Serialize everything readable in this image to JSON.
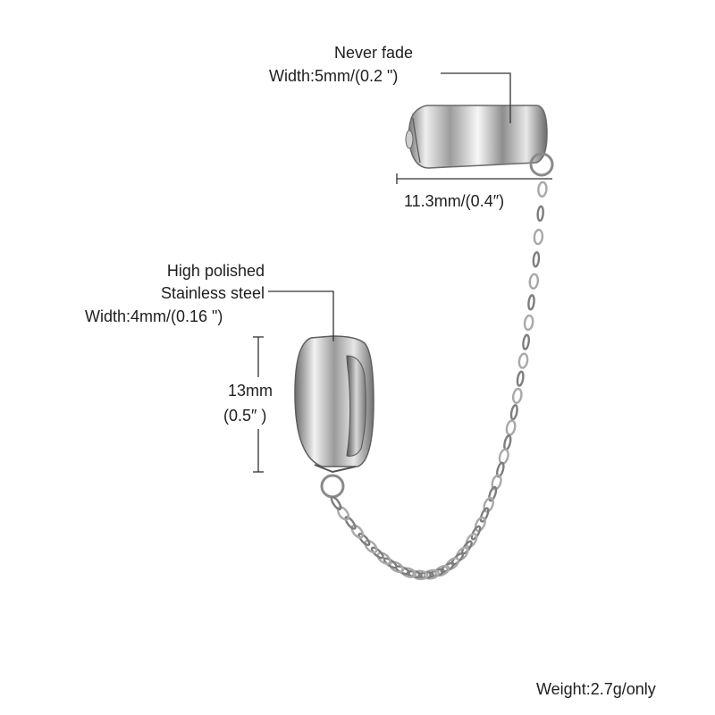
{
  "top_cuff": {
    "line1": "Never fade",
    "line2": "Width:5mm/(0.2 \")",
    "length": "11.3mm/(0.4″)"
  },
  "hoop": {
    "line1": "High polished",
    "line2": "Stainless steel",
    "line3": "Width:4mm/(0.16 \")",
    "height_mm": "13mm",
    "height_in": "(0.5″ )"
  },
  "weight": "Weight:2.7g/only",
  "colors": {
    "metal_light": "#f4f4f4",
    "metal_dark": "#6e6e6e",
    "line": "#333333"
  }
}
